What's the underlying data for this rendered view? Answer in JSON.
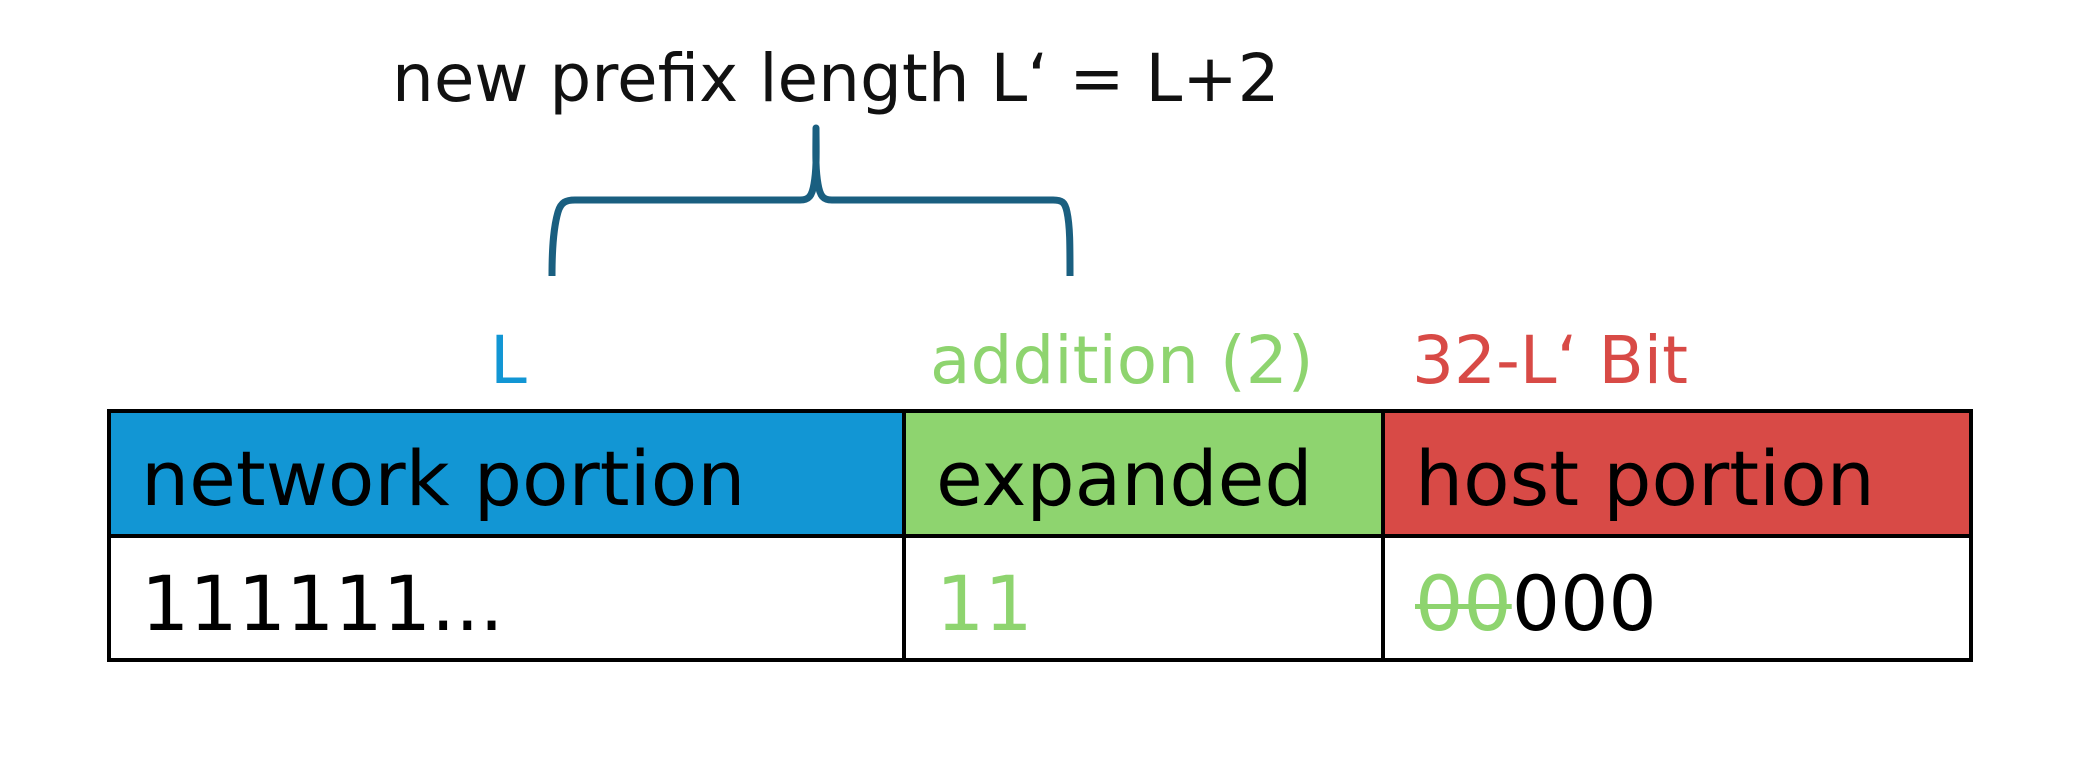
{
  "title": "new prefix length L‘ = L+2",
  "labels": {
    "network_bits": "L",
    "addition": "addition (2)",
    "host_bits": "32-L‘ Bit"
  },
  "table": {
    "headers": [
      "network portion",
      "expanded",
      "host portion"
    ],
    "values": {
      "network": "111111...",
      "expanded": "11",
      "host_struck": "00",
      "host_remaining": "000"
    }
  },
  "colors": {
    "network": "#1296d4",
    "expanded": "#8ed46f",
    "host": "#d84a46",
    "brace": "#1a5f80"
  },
  "icons": {
    "brace": "curly-brace-icon"
  }
}
